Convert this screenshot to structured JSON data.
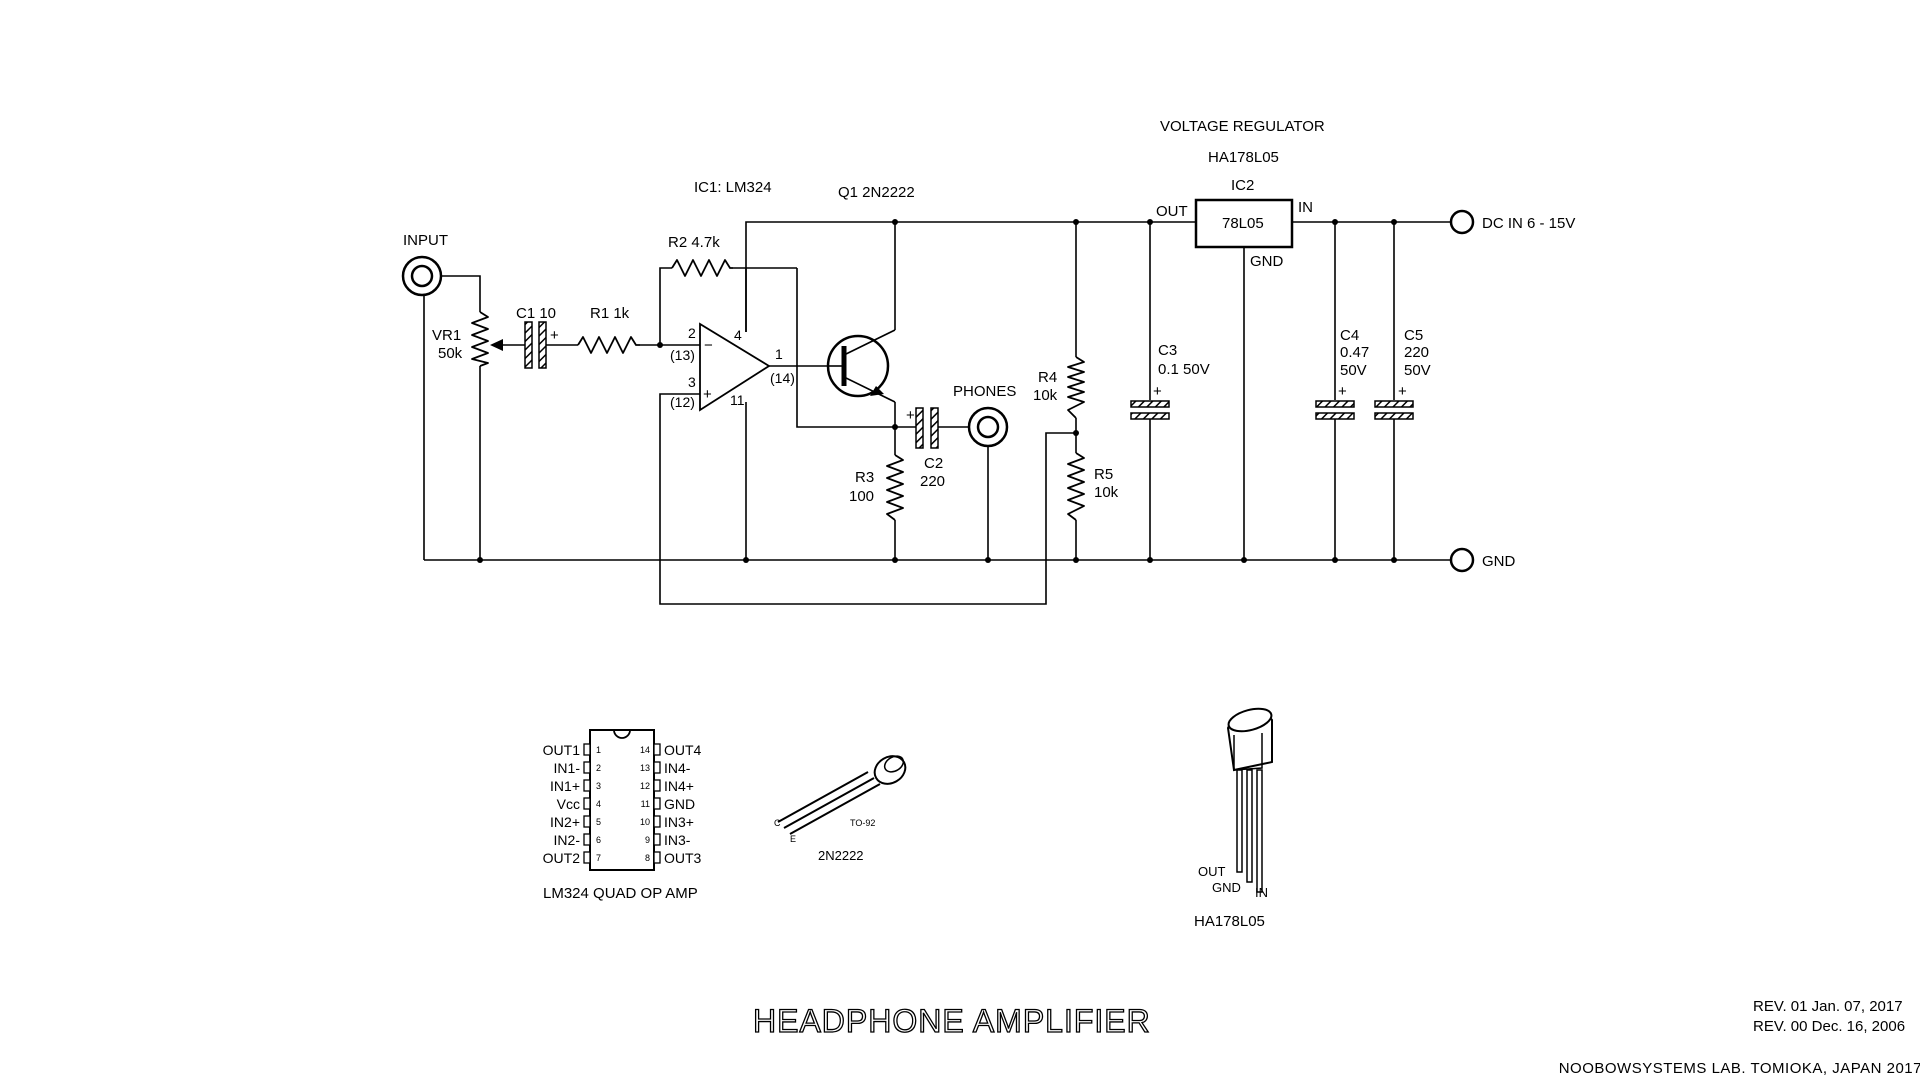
{
  "schematic": {
    "labels": {
      "input": "INPUT",
      "vr1_ref": "VR1",
      "vr1_val": "50k",
      "c1": "C1 10",
      "r1": "R1 1k",
      "r2": "R2 4.7k",
      "ic1": "IC1: LM324",
      "q1": "Q1 2N2222",
      "phones": "PHONES",
      "r3_ref": "R3",
      "r3_val": "100",
      "c2_ref": "C2",
      "c2_val": "220",
      "r4_ref": "R4",
      "r4_val": "10k",
      "r5_ref": "R5",
      "r5_val": "10k",
      "c3_ref": "C3",
      "c3_val": "0.1 50V",
      "c4_ref": "C4",
      "c4_val1": "0.47",
      "c4_val2": "50V",
      "c5_ref": "C5",
      "c5_val1": "220",
      "c5_val2": "50V",
      "vreg_title": "VOLTAGE REGULATOR",
      "vreg_part": "HA178L05",
      "ic2": "IC2",
      "ic2_body": "78L05",
      "ic2_out": "OUT",
      "ic2_in": "IN",
      "ic2_gnd": "GND",
      "dc_in": "DC IN 6 - 15V",
      "gnd": "GND",
      "plus": "+",
      "minus": "−"
    },
    "opamp_pins": {
      "p2": "2",
      "p13": "(13)",
      "p3": "3",
      "p12": "(12)",
      "p4": "4",
      "p11": "11",
      "p1": "1",
      "p14": "(14)"
    }
  },
  "lm324_pinout": {
    "caption": "LM324 QUAD OP AMP",
    "left": [
      {
        "name": "OUT1",
        "num": "1"
      },
      {
        "name": "IN1-",
        "num": "2"
      },
      {
        "name": "IN1+",
        "num": "3"
      },
      {
        "name": "Vcc",
        "num": "4"
      },
      {
        "name": "IN2+",
        "num": "5"
      },
      {
        "name": "IN2-",
        "num": "6"
      },
      {
        "name": "OUT2",
        "num": "7"
      }
    ],
    "right": [
      {
        "name": "OUT4",
        "num": "14"
      },
      {
        "name": "IN4-",
        "num": "13"
      },
      {
        "name": "IN4+",
        "num": "12"
      },
      {
        "name": "GND",
        "num": "11"
      },
      {
        "name": "IN3+",
        "num": "10"
      },
      {
        "name": "IN3-",
        "num": "9"
      },
      {
        "name": "OUT3",
        "num": "8"
      }
    ]
  },
  "q_package": {
    "pkg": "TO-92",
    "part": "2N2222",
    "pin_c": "C",
    "pin_e": "E"
  },
  "reg_package": {
    "part": "HA178L05",
    "out": "OUT",
    "gnd": "GND",
    "in": "IN"
  },
  "title_block": {
    "title": "HEADPHONE AMPLIFIER",
    "rev1": "REV. 01 Jan. 07, 2017",
    "rev0": "REV. 00 Dec. 16, 2006",
    "org": "NOOBOWSYSTEMS LAB. TOMIOKA, JAPAN 2017"
  }
}
